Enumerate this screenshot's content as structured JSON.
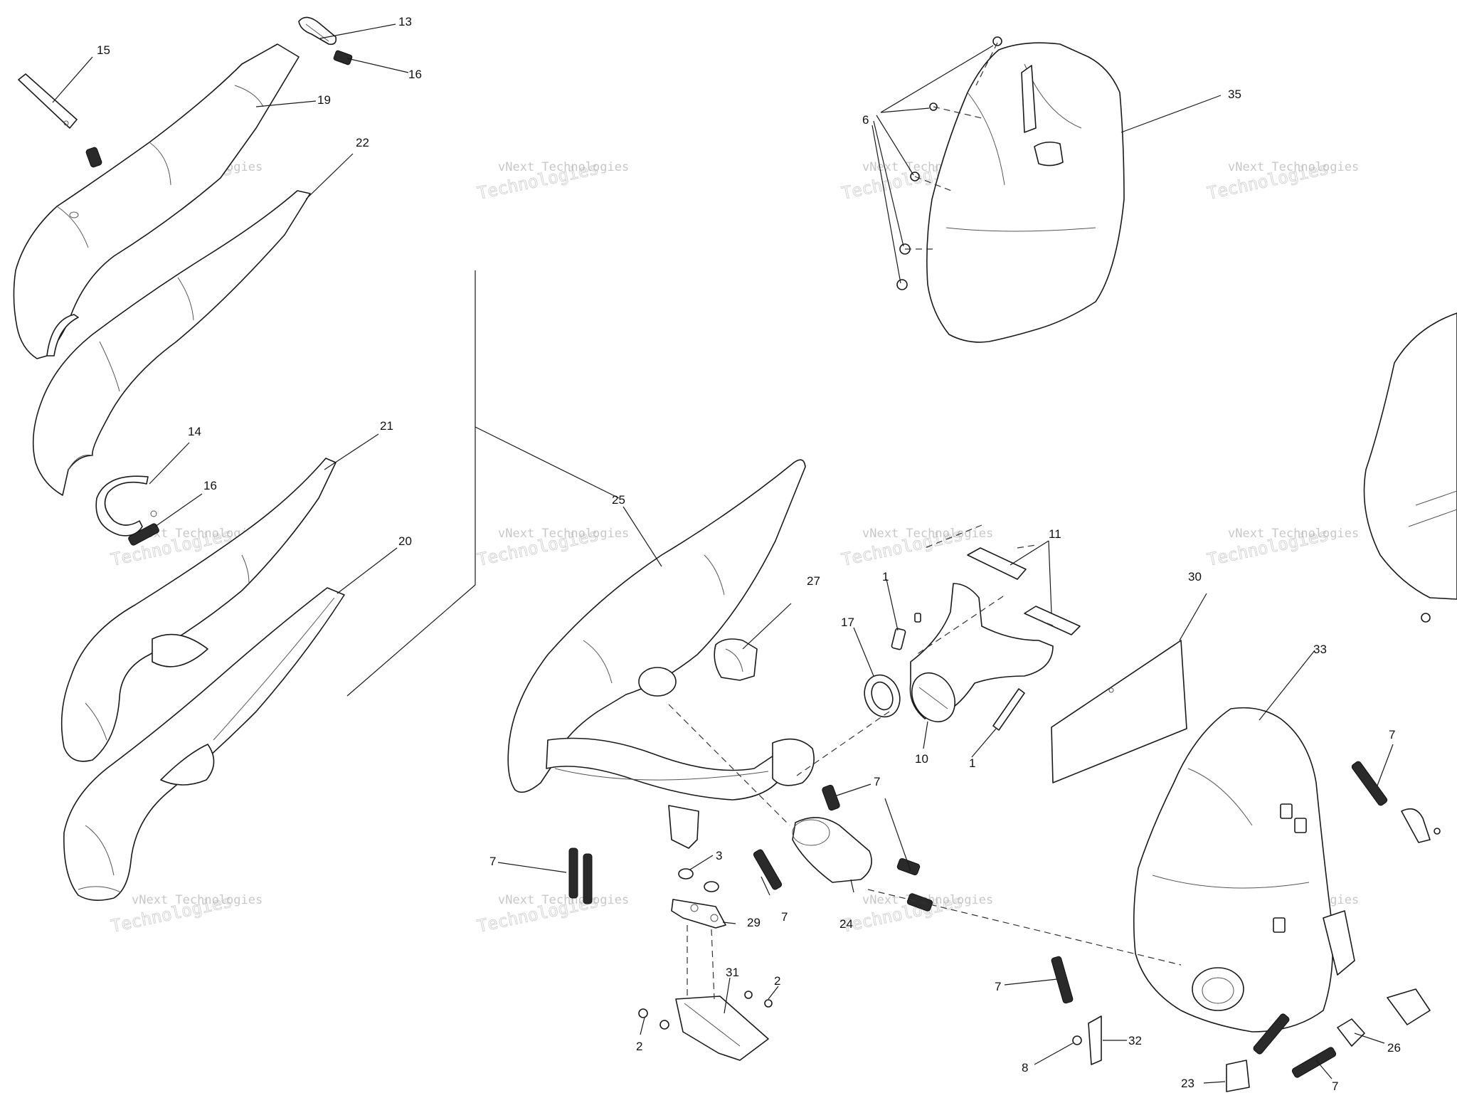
{
  "watermark": {
    "line1": "vNext Technologies",
    "line2": "Technologies"
  },
  "callouts": [
    {
      "id": "c15",
      "text": "15"
    },
    {
      "id": "c13",
      "text": "13"
    },
    {
      "id": "c16a",
      "text": "16"
    },
    {
      "id": "c19",
      "text": "19"
    },
    {
      "id": "c22",
      "text": "22"
    },
    {
      "id": "c14",
      "text": "14"
    },
    {
      "id": "c16b",
      "text": "16"
    },
    {
      "id": "c21",
      "text": "21"
    },
    {
      "id": "c20",
      "text": "20"
    },
    {
      "id": "c25",
      "text": "25"
    },
    {
      "id": "c27",
      "text": "27"
    },
    {
      "id": "c17",
      "text": "17"
    },
    {
      "id": "c1a",
      "text": "1"
    },
    {
      "id": "c11",
      "text": "11"
    },
    {
      "id": "c10",
      "text": "10"
    },
    {
      "id": "c1b",
      "text": "1"
    },
    {
      "id": "c30",
      "text": "30"
    },
    {
      "id": "c33",
      "text": "33"
    },
    {
      "id": "c6",
      "text": "6"
    },
    {
      "id": "c35",
      "text": "35"
    },
    {
      "id": "c7a",
      "text": "7"
    },
    {
      "id": "c3",
      "text": "3"
    },
    {
      "id": "c29",
      "text": "29"
    },
    {
      "id": "c7b",
      "text": "7"
    },
    {
      "id": "c24",
      "text": "24"
    },
    {
      "id": "c7c",
      "text": "7"
    },
    {
      "id": "c31",
      "text": "31"
    },
    {
      "id": "c2a",
      "text": "2"
    },
    {
      "id": "c2b",
      "text": "2"
    },
    {
      "id": "c7d",
      "text": "7"
    },
    {
      "id": "c8",
      "text": "8"
    },
    {
      "id": "c32",
      "text": "32"
    },
    {
      "id": "c23",
      "text": "23"
    },
    {
      "id": "c26",
      "text": "26"
    },
    {
      "id": "c7e",
      "text": "7"
    },
    {
      "id": "c7f",
      "text": "7"
    }
  ]
}
